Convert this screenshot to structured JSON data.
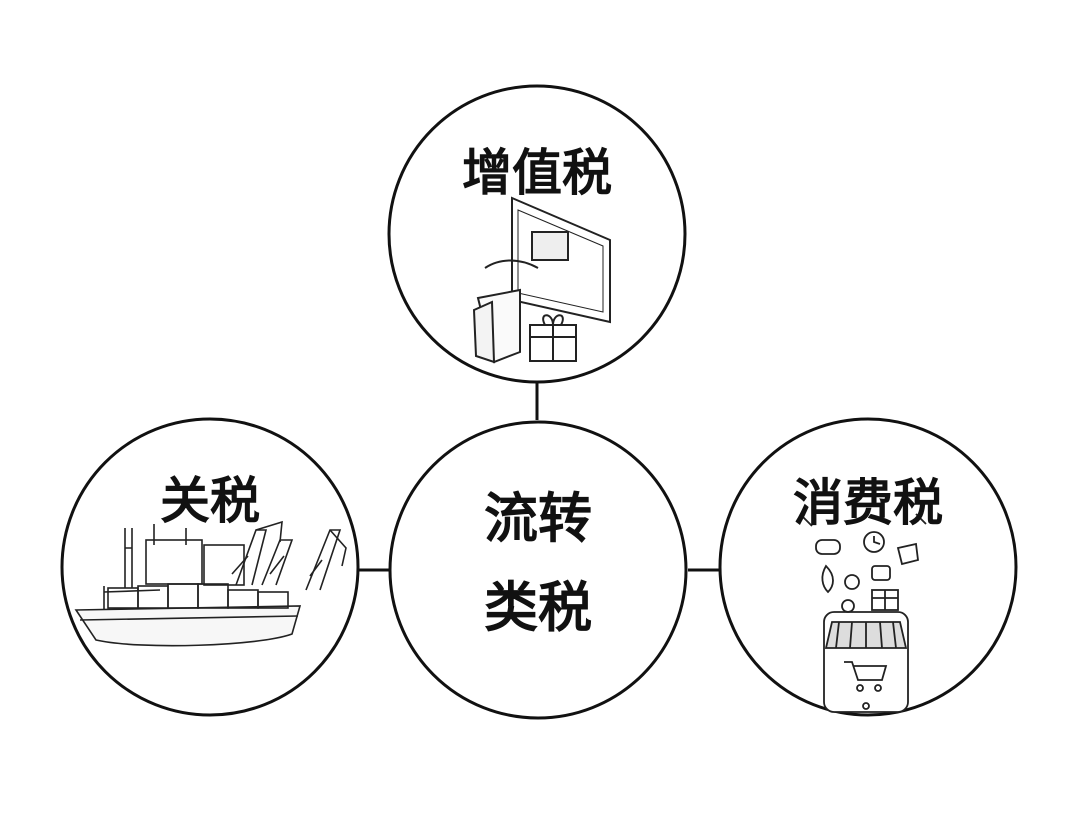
{
  "nodes": {
    "center": {
      "line1": "流转",
      "line2": "类税"
    },
    "top": {
      "label": "增值税",
      "icon": "online-shopping-monitor-icon"
    },
    "left": {
      "label": "关税",
      "icon": "cargo-ship-port-icon"
    },
    "right": {
      "label": "消费税",
      "icon": "mobile-shop-icon"
    }
  },
  "colors": {
    "stroke": "#111111",
    "background": "#ffffff"
  }
}
